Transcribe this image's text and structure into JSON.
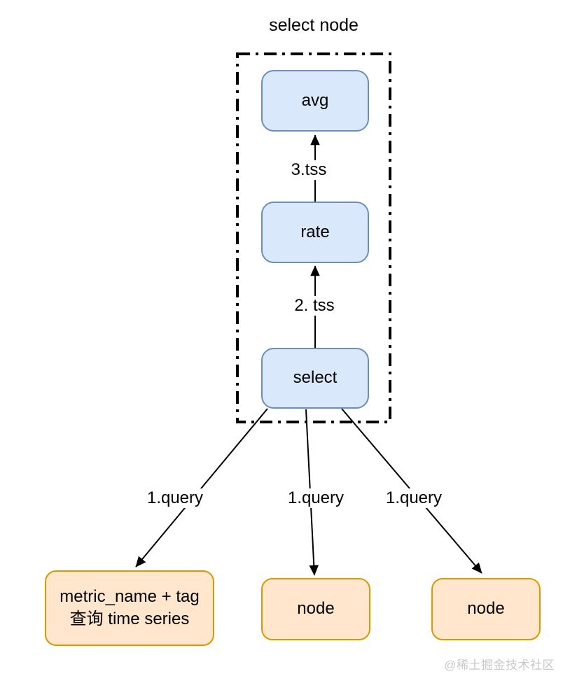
{
  "title": "select node",
  "group_nodes": {
    "avg": "avg",
    "rate": "rate",
    "select": "select"
  },
  "edge_labels": {
    "rate_to_avg": "3.tss",
    "select_to_rate": "2. tss",
    "select_to_left": "1.query",
    "select_to_mid": "1.query",
    "select_to_right": "1.query"
  },
  "data_nodes": {
    "left": {
      "line1": "metric_name + tag",
      "line2": "查询 time series"
    },
    "mid": "node",
    "right": "node"
  },
  "watermark": "@稀土掘金技术社区",
  "colors": {
    "process_fill": "#dae8fc",
    "process_border": "#6c8ebf",
    "data_fill": "#ffe6cc",
    "data_border": "#d79b00",
    "edge_line": "#000000",
    "group_border": "#000000",
    "watermark_text": "#c8c8c8"
  }
}
